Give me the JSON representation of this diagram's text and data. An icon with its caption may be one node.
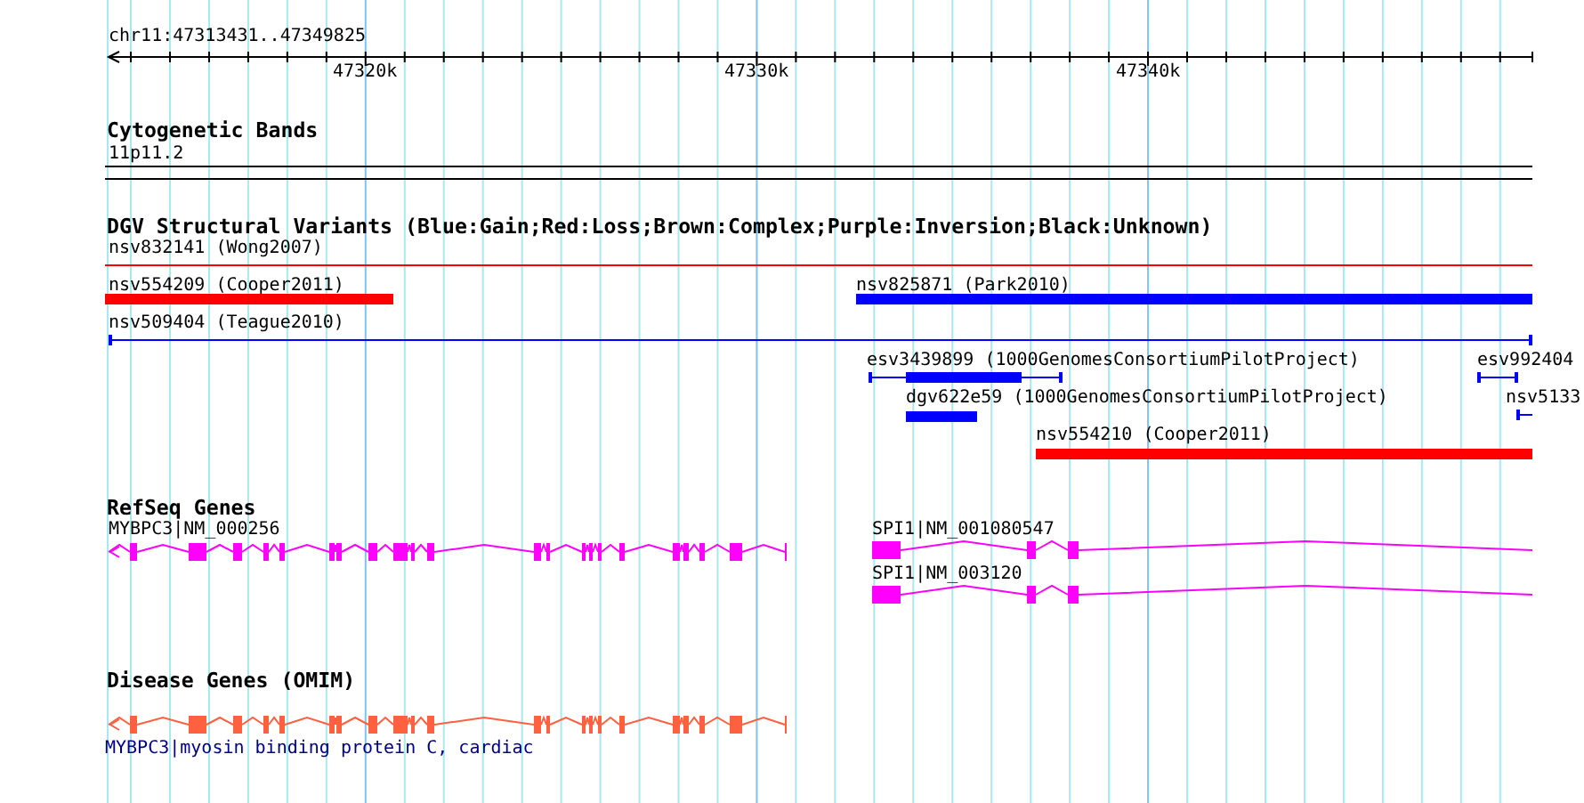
{
  "diagram": {
    "labels": [
      "chr11:47313431..47349825",
      "47320k",
      "47330k",
      "47340k",
      "Cytogenetic Bands",
      "11p11.2",
      "DGV Structural Variants (Blue:Gain;Red:Loss;Brown:Complex;Purple:Inversion;Black:Unknown)",
      "nsv832141 (Wong2007)",
      "nsv554209 (Cooper2011)",
      "nsv825871 (Park2010)",
      "nsv509404 (Teague2010)",
      "esv3439899 (1000GenomesConsortiumPilotProject)",
      "esv992404",
      "dgv622e59 (1000GenomesConsortiumPilotProject)",
      "nsv5133",
      "nsv554210 (Cooper2011)",
      "RefSeq Genes",
      "MYBPC3|NM_000256",
      "SPI1|NM_001080547",
      "SPI1|NM_003120",
      "Disease Genes (OMIM)",
      "MYBPC3|myosin binding protein C, cardiac"
    ]
  }
}
